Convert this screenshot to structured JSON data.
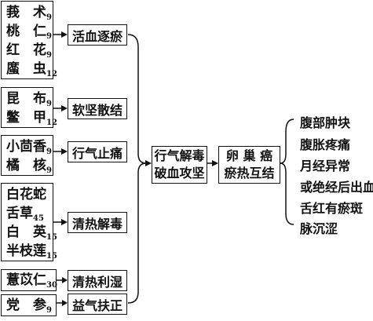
{
  "groups": [
    {
      "herbs": [
        {
          "name": "莪　术",
          "dose": "9"
        },
        {
          "name": "桃　仁",
          "dose": "9"
        },
        {
          "name": "红　花",
          "dose": "9"
        },
        {
          "name": "䗪　虫",
          "dose": "12"
        }
      ],
      "function": "活血逐瘀"
    },
    {
      "herbs": [
        {
          "name": "昆　布",
          "dose": "9"
        },
        {
          "name": "鳖　甲",
          "dose": "12"
        }
      ],
      "function": "软坚散结"
    },
    {
      "herbs": [
        {
          "name": "小茴香",
          "dose": "9"
        },
        {
          "name": "橘　核",
          "dose": "9"
        }
      ],
      "function": "行气止痛"
    },
    {
      "herbs": [
        {
          "name": "白花蛇",
          "dose": ""
        },
        {
          "name": "舌草",
          "dose": "45"
        },
        {
          "name": "白　英",
          "dose": "15"
        },
        {
          "name": "半枝莲",
          "dose": "15"
        }
      ],
      "function": "清热解毒"
    },
    {
      "herbs": [
        {
          "name": "薏苡仁",
          "dose": "30"
        }
      ],
      "function": "清热利湿"
    },
    {
      "herbs": [
        {
          "name": "党　参",
          "dose": "9"
        }
      ],
      "function": "益气扶正"
    }
  ],
  "principle": {
    "line1": "行气解毒",
    "line2": "破血攻坚"
  },
  "diagnosis": {
    "line1": "卵 巢 癌",
    "line2": "瘀热互结"
  },
  "symptoms": [
    "腹部肿块",
    "腹胀疼痛",
    "月经异常",
    "或绝经后出血",
    "舌红有瘀斑",
    "脉沉涩"
  ]
}
